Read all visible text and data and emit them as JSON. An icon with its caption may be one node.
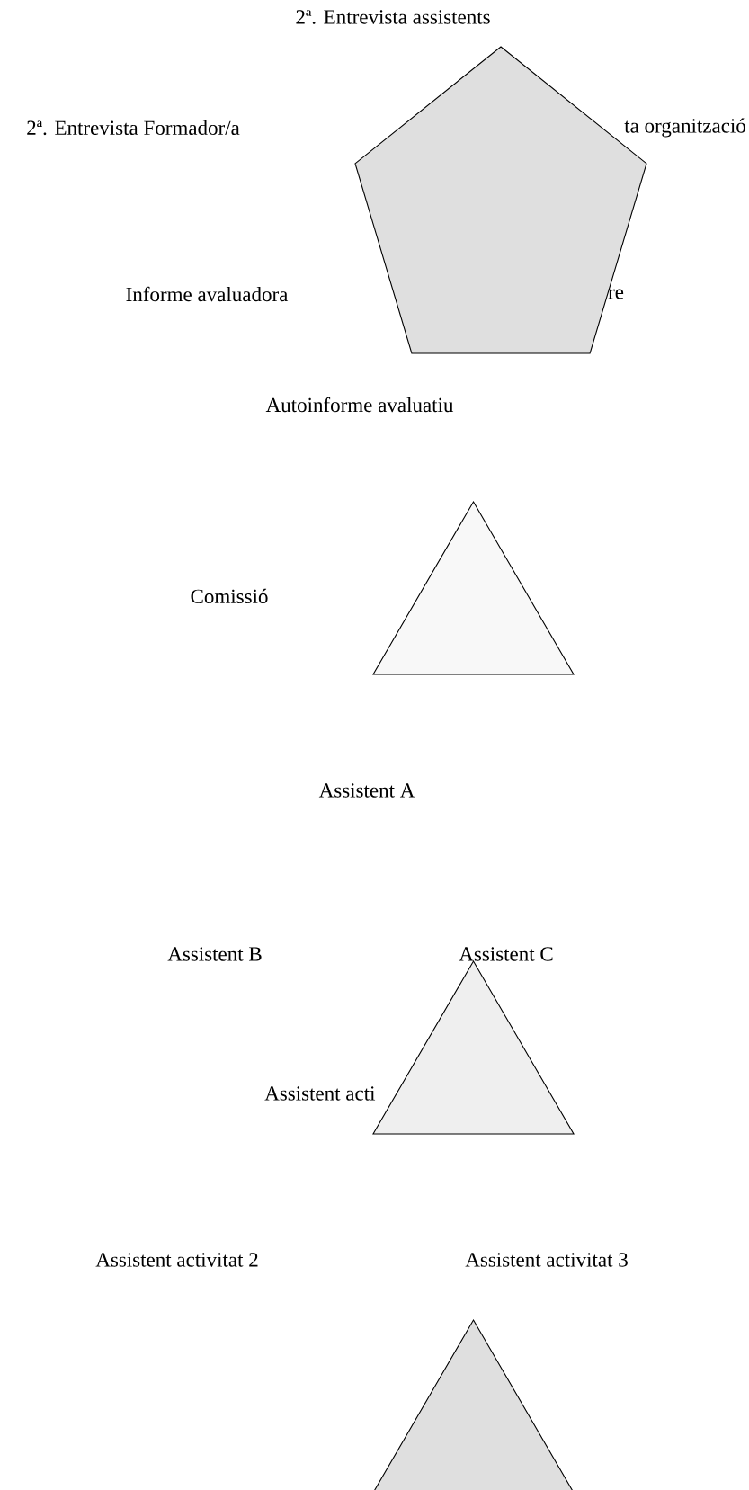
{
  "diagram": {
    "nodes": [
      {
        "text": [],
        "shape": "pentagon"
      },
      {
        "text": [],
        "shape": "triangle"
      },
      {
        "text": [],
        "shape": "triangle"
      },
      {
        "text": [],
        "shape": "triangle"
      }
    ],
    "labels": [
      "2ª. Entrevista assistents",
      "2ª. Entrevista Formador/a",
      "ta organització",
      "Informe avaluadora",
      "re",
      "Autoinforme avaluatiu",
      "Comissió",
      "Assistent A",
      "Assistent B",
      "Assistent C",
      "Assistent acti",
      "Assistent activitat 2",
      "Assistent activitat 3"
    ]
  }
}
